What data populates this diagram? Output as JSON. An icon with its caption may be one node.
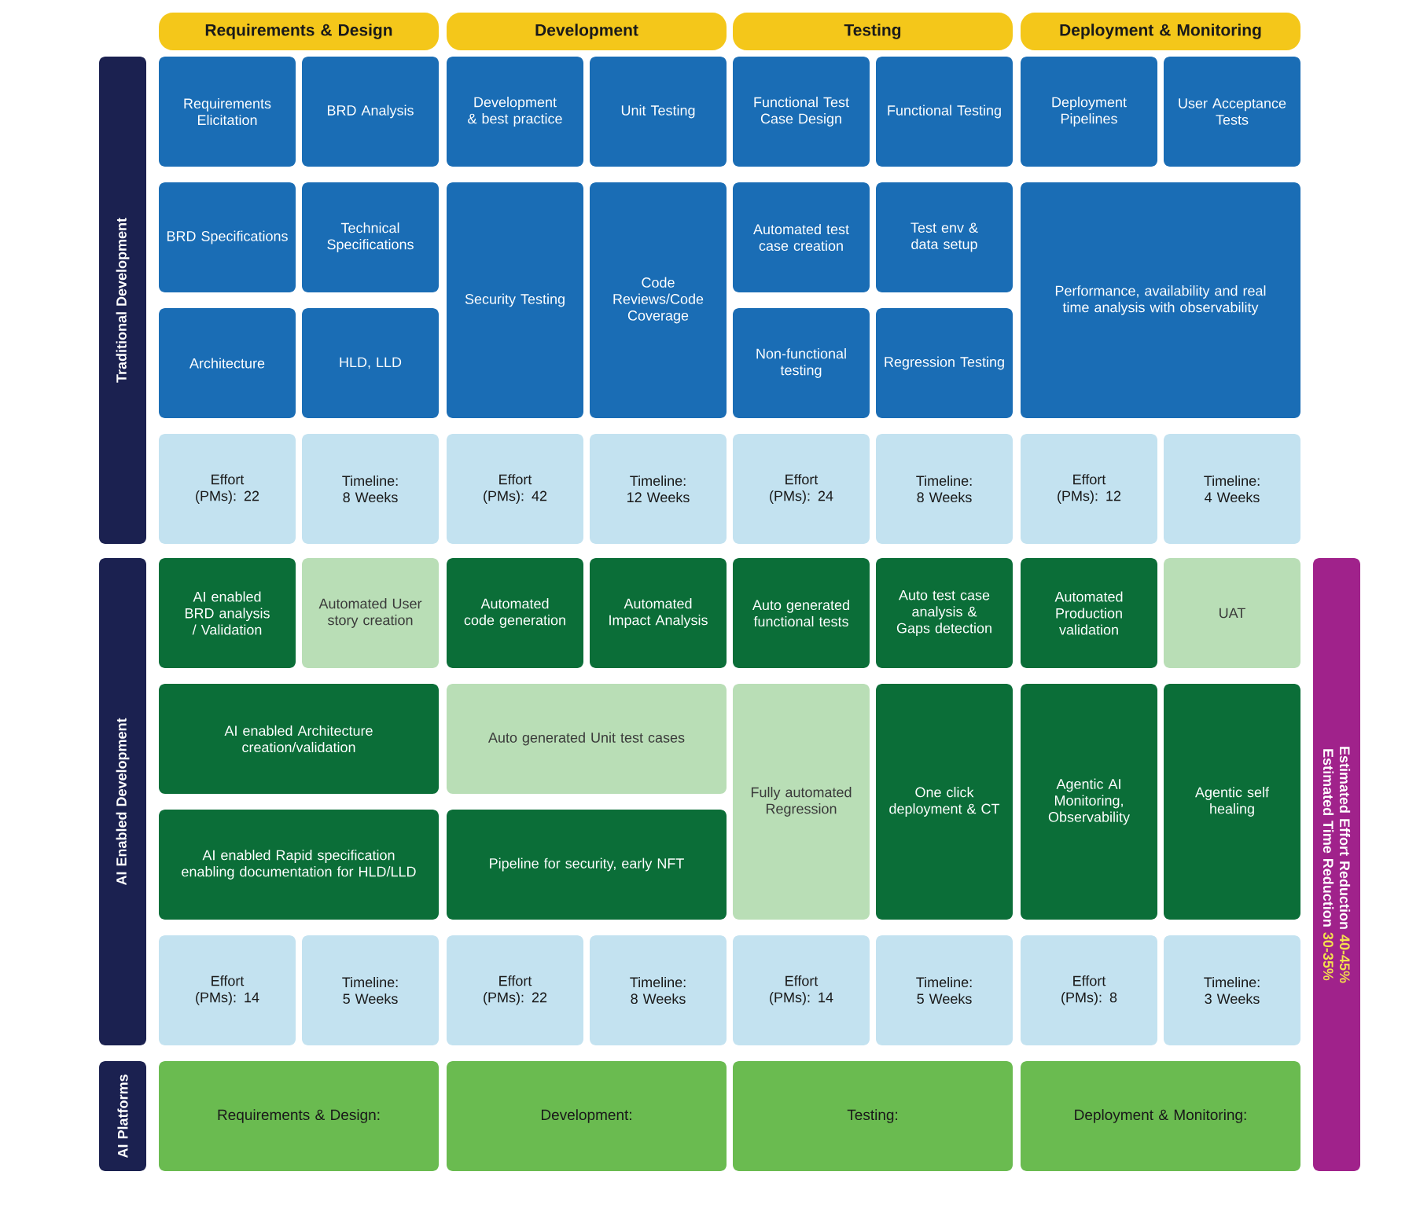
{
  "diagram": {
    "nodes": [
      {
        "text": [
          "Requirements & Design"
        ]
      },
      {
        "text": [
          "Development"
        ]
      },
      {
        "text": [
          "Testing"
        ]
      },
      {
        "text": [
          "Deployment & Monitoring"
        ]
      },
      {
        "text": [
          "Traditional Development"
        ]
      },
      {
        "text": [
          "Requirements Elicitation"
        ]
      },
      {
        "text": [
          "BRD Analysis"
        ]
      },
      {
        "text": [
          "Development & best practice"
        ]
      },
      {
        "text": [
          "Unit Testing"
        ]
      },
      {
        "text": [
          "Functional Test Case Design"
        ]
      },
      {
        "text": [
          "Functional Testing"
        ]
      },
      {
        "text": [
          "Deployment Pipelines"
        ]
      },
      {
        "text": [
          "User Acceptance Tests"
        ]
      },
      {
        "text": [
          "BRD Specifications"
        ]
      },
      {
        "text": [
          "Technical Specifications"
        ]
      },
      {
        "text": [
          "Security Testing"
        ]
      },
      {
        "text": [
          "Code Reviews/Code Coverage"
        ]
      },
      {
        "text": [
          "Automated test case creation"
        ]
      },
      {
        "text": [
          "Test env & data setup"
        ]
      },
      {
        "text": [
          "Performance, availability and real time analysis with observability"
        ]
      },
      {
        "text": [
          "Architecture"
        ]
      },
      {
        "text": [
          "HLD, LLD"
        ]
      },
      {
        "text": [
          "Non-functional testing"
        ]
      },
      {
        "text": [
          "Regression Testing"
        ]
      },
      {
        "text": [
          "Effort (PMs): 22"
        ]
      },
      {
        "text": [
          "Timeline: 8 Weeks"
        ]
      },
      {
        "text": [
          "Effort (PMs): 42"
        ]
      },
      {
        "text": [
          "Timeline: 12 Weeks"
        ]
      },
      {
        "text": [
          "Effort (PMs): 24"
        ]
      },
      {
        "text": [
          "Timeline: 8 Weeks"
        ]
      },
      {
        "text": [
          "Effort (PMs): 12"
        ]
      },
      {
        "text": [
          "Timeline: 4 Weeks"
        ]
      },
      {
        "text": [
          "AI Enabled Development"
        ]
      },
      {
        "text": [
          "AI enabled BRD analysis / Validation"
        ]
      },
      {
        "text": [
          "Automated User story creation"
        ]
      },
      {
        "text": [
          "Automated code generation"
        ]
      },
      {
        "text": [
          "Automated Impact Analysis"
        ]
      },
      {
        "text": [
          "Auto generated functional tests"
        ]
      },
      {
        "text": [
          "Auto test case analysis & Gaps detection"
        ]
      },
      {
        "text": [
          "Automated Production validation"
        ]
      },
      {
        "text": [
          "UAT"
        ]
      },
      {
        "text": [
          "AI enabled Architecture creation/validation"
        ]
      },
      {
        "text": [
          "Auto generated Unit test cases"
        ]
      },
      {
        "text": [
          "Fully automated Regression"
        ]
      },
      {
        "text": [
          "One click deployment & CT"
        ]
      },
      {
        "text": [
          "Agentic AI Monitoring, Observability"
        ]
      },
      {
        "text": [
          "Agentic self healing"
        ]
      },
      {
        "text": [
          "AI enabled Rapid specification enabling documentation for HLD/LLD"
        ]
      },
      {
        "text": [
          "Pipeline for security, early NFT"
        ]
      },
      {
        "text": [
          "Effort (PMs): 14"
        ]
      },
      {
        "text": [
          "Timeline: 5 Weeks"
        ]
      },
      {
        "text": [
          "Effort (PMs): 22"
        ]
      },
      {
        "text": [
          "Timeline: 8 Weeks"
        ]
      },
      {
        "text": [
          "Effort (PMs): 14"
        ]
      },
      {
        "text": [
          "Timeline: 5 Weeks"
        ]
      },
      {
        "text": [
          "Effort (PMs): 8"
        ]
      },
      {
        "text": [
          "Timeline: 3 Weeks"
        ]
      },
      {
        "text": [
          "AI Platforms"
        ]
      },
      {
        "text": [
          "Requirements & Design:"
        ]
      },
      {
        "text": [
          "Development:"
        ]
      },
      {
        "text": [
          "Testing:"
        ]
      },
      {
        "text": [
          "Deployment & Monitoring:"
        ]
      },
      {
        "text": [
          "Estimated Effort Reduction",
          "40-45%",
          "Estimated Time Reduction",
          "30-35%"
        ]
      }
    ]
  }
}
